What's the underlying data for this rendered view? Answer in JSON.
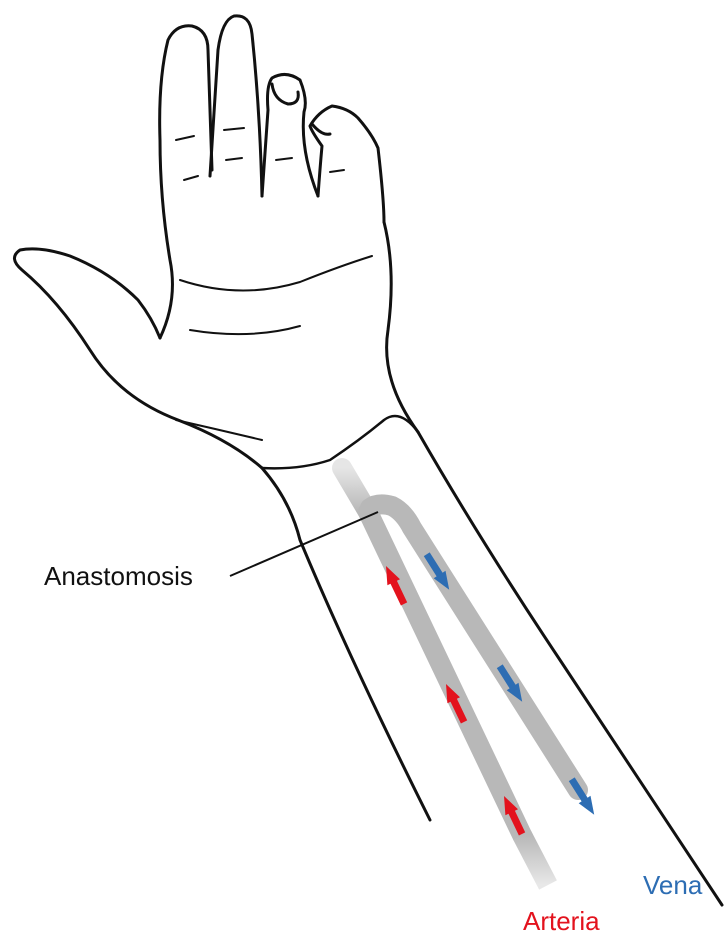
{
  "labels": {
    "anastomosis": "Anastomosis",
    "vena": "Vena",
    "arteria": "Arteria"
  },
  "colors": {
    "outline": "#111111",
    "vessel": "#b8b8b8",
    "vessel_fade": "#e2e2e2",
    "vein": "#2d6db3",
    "artery": "#e3121d",
    "background": "#ffffff"
  },
  "flow": {
    "vena": "down",
    "arteria": "up"
  }
}
